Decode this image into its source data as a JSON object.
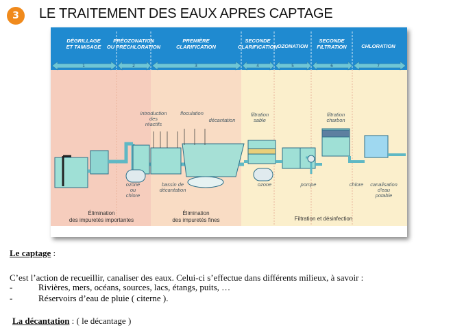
{
  "header": {
    "number": "3",
    "title": "LE TRAITEMENT DES EAUX APRES CAPTAGE"
  },
  "diagram": {
    "stages": [
      {
        "label_lines": [
          "DÉGRILLAGE",
          "ET TAMISAGE"
        ],
        "number": "1"
      },
      {
        "label_lines": [
          "PRÉOZONATION",
          "OU PRÉCHLORATION"
        ],
        "number": "2"
      },
      {
        "label_lines": [
          "PREMIÈRE",
          "CLARIFICATION"
        ],
        "number": "3"
      },
      {
        "label_lines": [
          "SECONDE",
          "CLARIFICATION"
        ],
        "number": "4"
      },
      {
        "label_lines": [
          "OZONATION"
        ],
        "number": "5"
      },
      {
        "label_lines": [
          "SECONDE",
          "FILTRATION"
        ],
        "number": "6"
      },
      {
        "label_lines": [
          "CHLORATION"
        ],
        "number": "7"
      }
    ],
    "annotations": {
      "introduction": [
        "introduction",
        "des",
        "réactifs"
      ],
      "floculation": [
        "floculation"
      ],
      "decantation": [
        "décantation"
      ],
      "filtration_sable": [
        "filtration",
        "sable"
      ],
      "filtration_charbon": [
        "filtration",
        "charbon"
      ],
      "ozone_chlore": [
        "ozone",
        "ou",
        "chlore"
      ],
      "bassin": [
        "bassin de",
        "décantation"
      ],
      "ozone": [
        "ozone"
      ],
      "pompe": [
        "pompe"
      ],
      "chlore": [
        "chlore"
      ],
      "canalisation": [
        "canalisation",
        "d'eau",
        "potable"
      ]
    },
    "footer": {
      "elim_importantes": [
        "Élimination",
        "des impuretés importantes"
      ],
      "elim_fines": [
        "Élimination",
        "des impuretés fines"
      ],
      "filtration": "Filtration et désinfection"
    }
  },
  "sections": {
    "captage": {
      "heading": "Le captage",
      "suffix": " :",
      "text": "C’est l’action de recueillir, canaliser des eaux. Celui-ci s’effectue dans différents milieux, à savoir :",
      "items": [
        "Rivières, mers, océans, sources, lacs, étangs, puits, …",
        "Réservoirs d’eau de pluie ( citerne )."
      ],
      "bullet": "-"
    },
    "decantation": {
      "heading": "La décantation",
      "suffix": " : ( le décantage )"
    }
  },
  "colors": {
    "badge": "#f08a1c",
    "sky": "#1f8ad0",
    "water": "#86d6cf",
    "zone_pink": "#f6cdbd",
    "zone_peach": "#f9dcc4",
    "zone_cream": "#fbefcc"
  }
}
